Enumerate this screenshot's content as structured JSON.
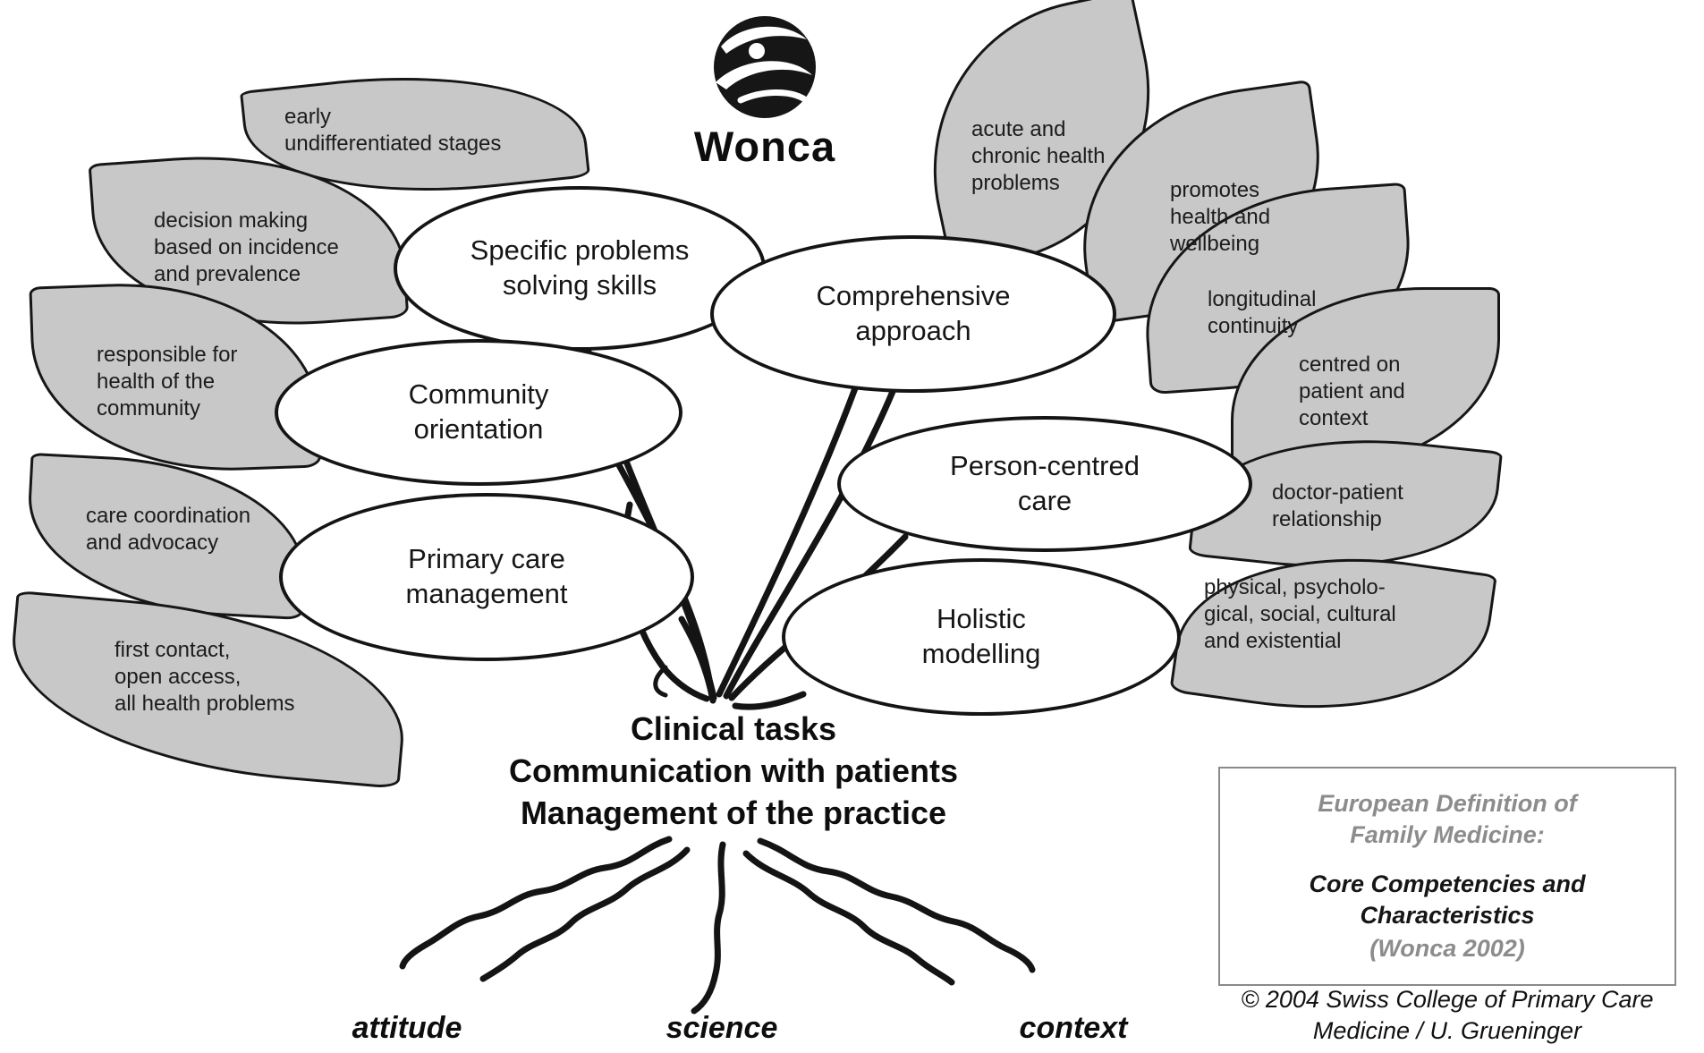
{
  "colors": {
    "leaf_fill": "#c8c8c8",
    "outline": "#141414",
    "muted_text": "#8c8c8c",
    "background": "#ffffff"
  },
  "logo": {
    "wordmark": "Wonca"
  },
  "competencies": [
    {
      "label": "Specific problems\nsolving skills"
    },
    {
      "label": "Comprehensive\napproach"
    },
    {
      "label": "Community\norientation"
    },
    {
      "label": "Person-centred\ncare"
    },
    {
      "label": "Primary care\nmanagement"
    },
    {
      "label": "Holistic\nmodelling"
    }
  ],
  "characteristics": [
    {
      "label": "early\nundifferentiated stages"
    },
    {
      "label": "decision making\nbased on incidence\nand prevalence"
    },
    {
      "label": "responsible for\nhealth of the\ncommunity"
    },
    {
      "label": "care coordination\nand advocacy"
    },
    {
      "label": "first contact,\nopen access,\nall health problems"
    },
    {
      "label": "acute and\nchronic health\nproblems"
    },
    {
      "label": "promotes\nhealth and\nwellbeing"
    },
    {
      "label": "longitudinal\ncontinuity"
    },
    {
      "label": "centred on\npatient and\ncontext"
    },
    {
      "label": "doctor-patient\nrelationship"
    },
    {
      "label": "physical, psycholo-\ngical, social, cultural\nand existential"
    }
  ],
  "trunk": {
    "text": "Clinical tasks\nCommunication with patients\nManagement of the practice"
  },
  "foundations": [
    {
      "label": "attitude"
    },
    {
      "label": "science"
    },
    {
      "label": "context"
    }
  ],
  "info_box": {
    "heading": "European Definition of\nFamily Medicine:",
    "title": "Core Competencies and\nCharacteristics",
    "edition": "(Wonca 2002)"
  },
  "copyright": "© 2004 Swiss College of Primary Care\nMedicine / U. Grueninger"
}
